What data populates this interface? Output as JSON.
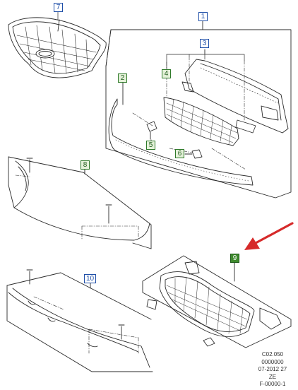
{
  "callouts": [
    {
      "number": "7"
    },
    {
      "number": "1"
    },
    {
      "number": "3"
    },
    {
      "number": "2"
    },
    {
      "number": "4"
    },
    {
      "number": "5"
    },
    {
      "number": "6"
    },
    {
      "number": "8"
    },
    {
      "number": "9"
    },
    {
      "number": "10"
    }
  ],
  "footer_lines": [
    "C02.050",
    "0000000",
    "07-2012 27",
    "ZE",
    "F-00000-1"
  ],
  "colors": {
    "line": "#2a2a2a",
    "callout_blue": "#1f4fa8",
    "callout_green": "#2f7a2a",
    "arrow": "#d62a2a"
  }
}
